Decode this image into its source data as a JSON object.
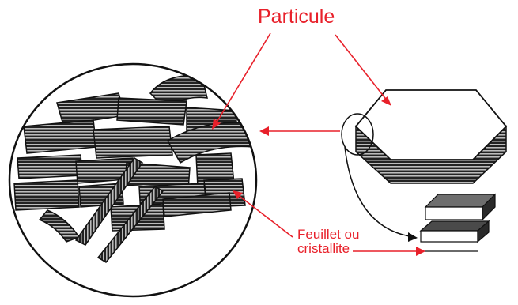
{
  "labels": {
    "particule": "Particule",
    "feuillet_line1": "Feuillet ou",
    "feuillet_line2": "cristallite"
  },
  "colors": {
    "annotation": "#e8202a",
    "ink": "#1a1a1a",
    "background": "#ffffff"
  }
}
